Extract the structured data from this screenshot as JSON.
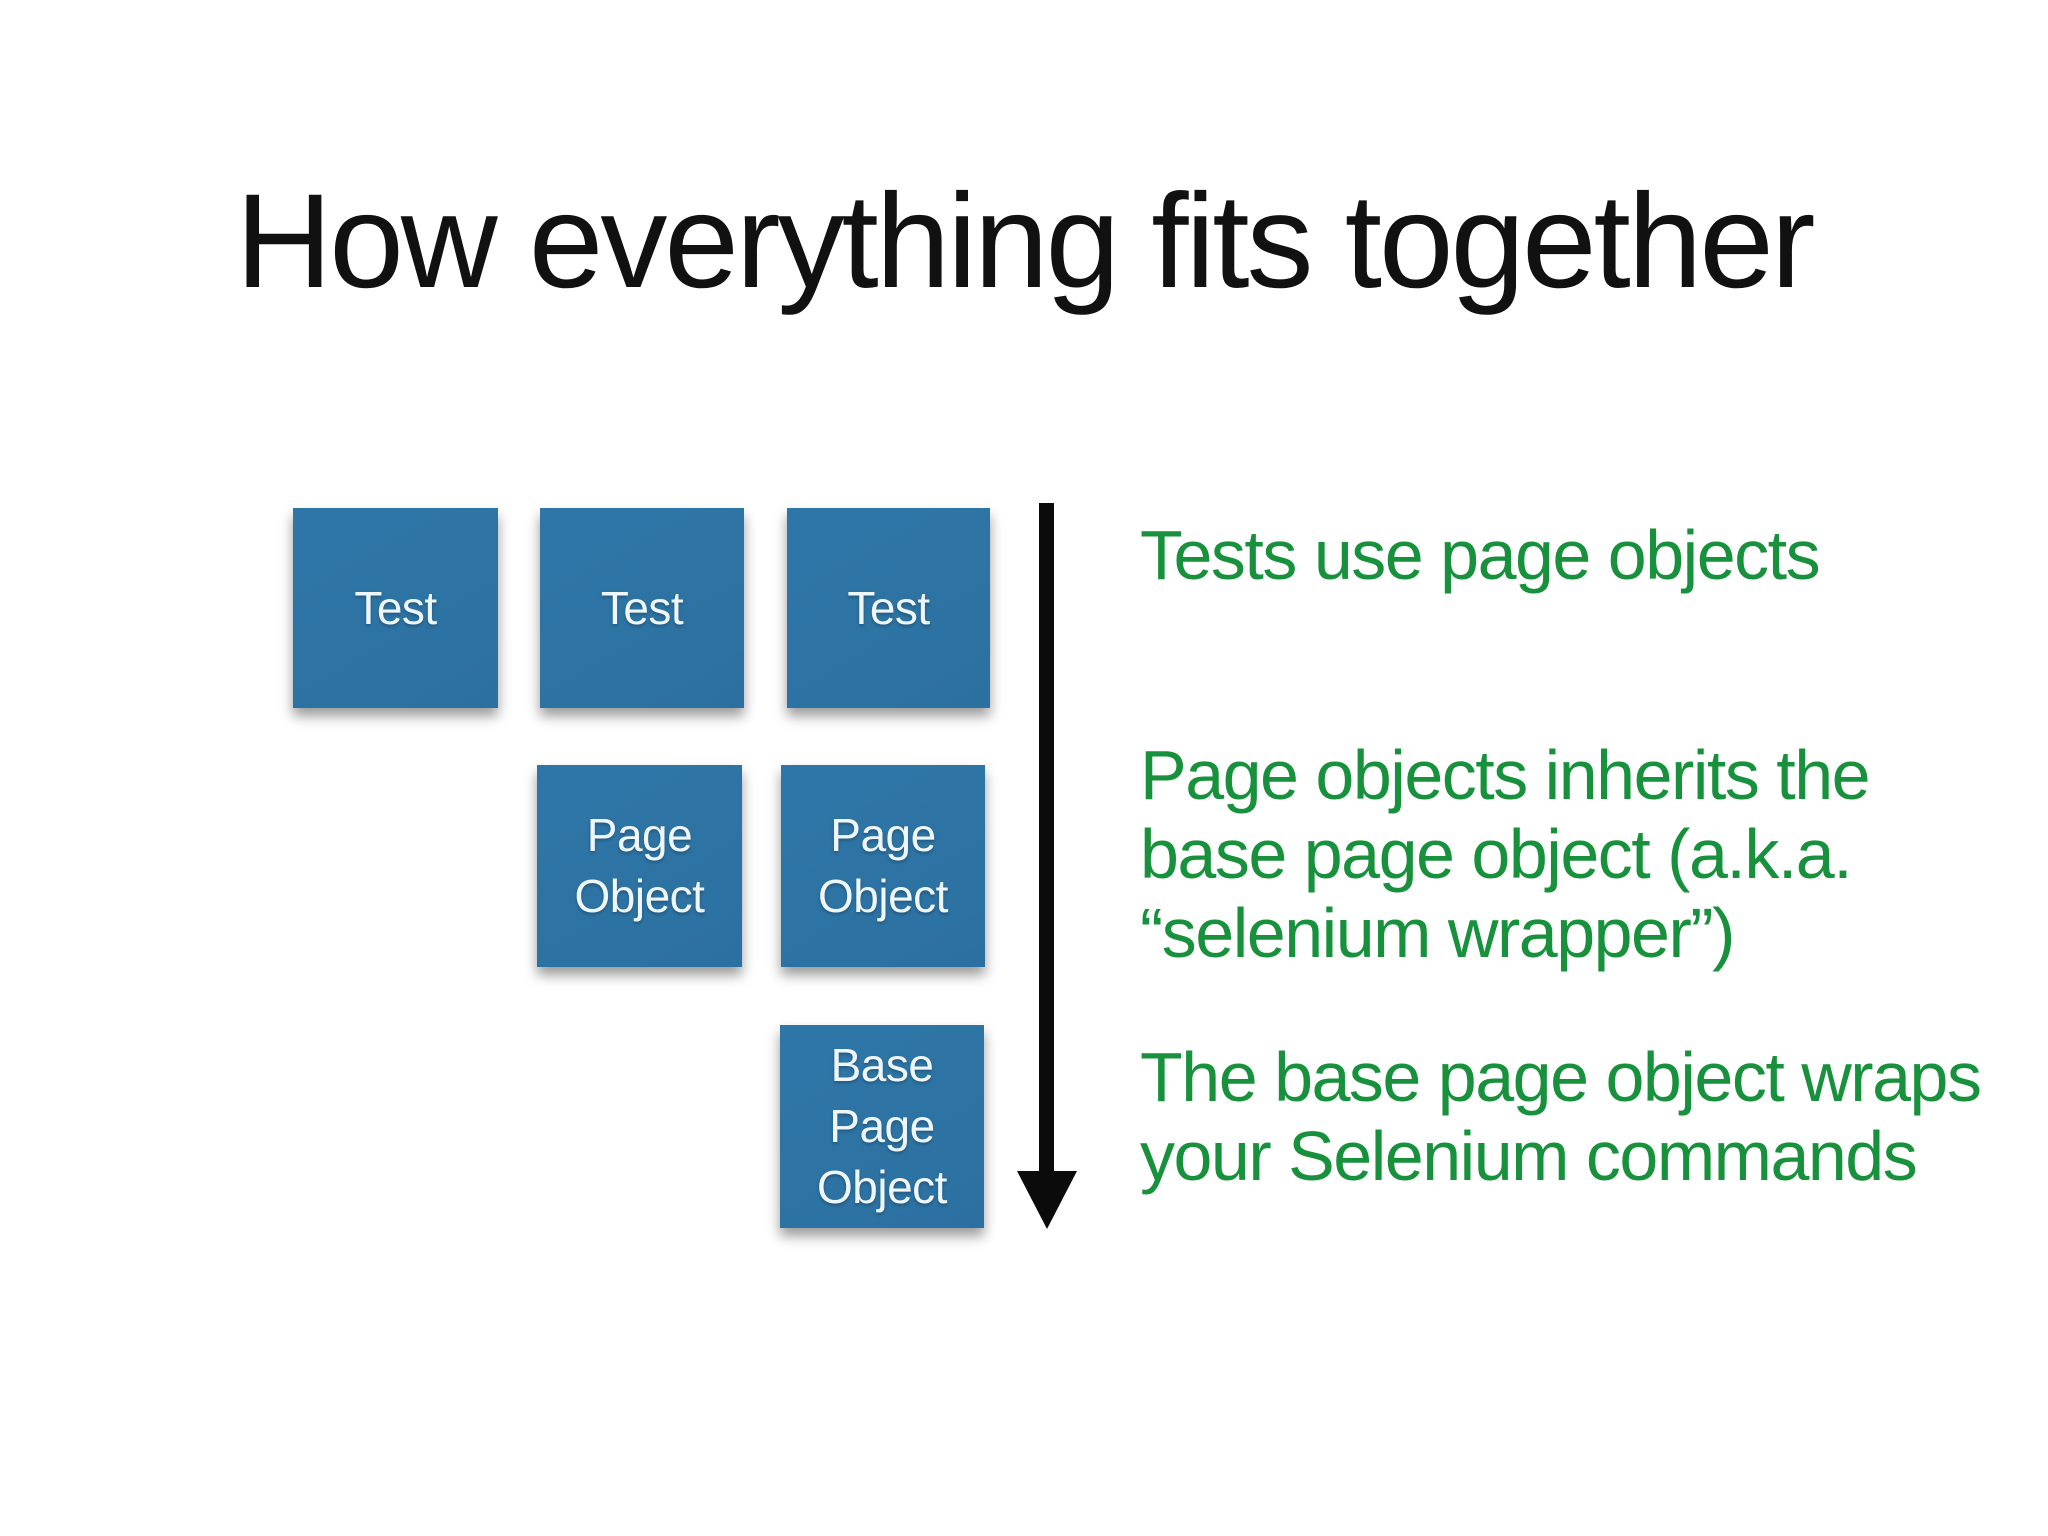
{
  "slide": {
    "title": "How everything fits together"
  },
  "diagram": {
    "test_boxes": [
      "Test",
      "Test",
      "Test"
    ],
    "page_object_boxes": [
      "Page\nObject",
      "Page\nObject"
    ],
    "base_box": "Base\nPage\nObject",
    "arrow": {
      "direction": "down"
    }
  },
  "annotations": [
    "Tests use page objects",
    "Page objects inherits the\nbase page object (a.k.a.\n“selenium wrapper”)",
    "The base page object wraps\nyour Selenium commands"
  ],
  "colors": {
    "box_blue": "#2E76A7",
    "box_blue_dark": "#2B70A0",
    "box_text": "#EFF6FA",
    "text_green": "#17913C",
    "arrow_black": "#0B0B0B",
    "background": "#FFFFFF"
  }
}
